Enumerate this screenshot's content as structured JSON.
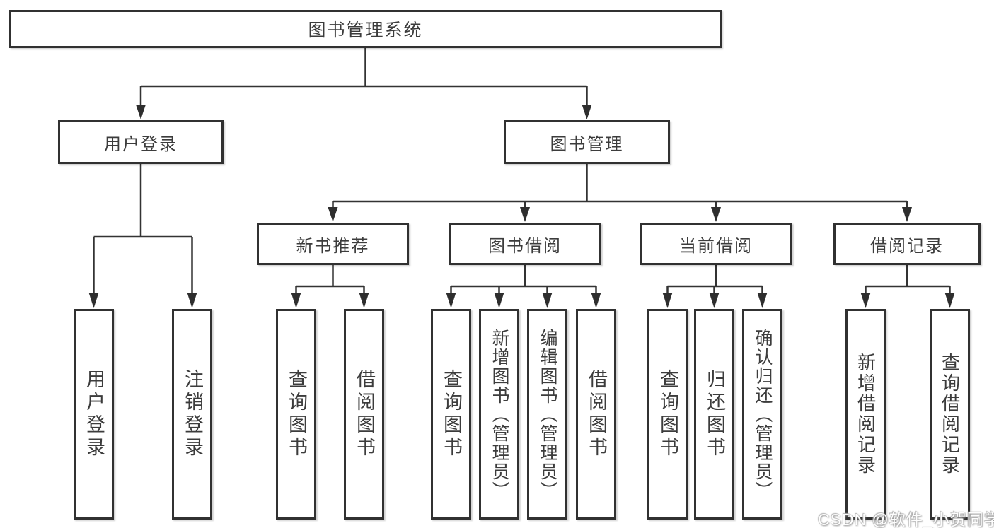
{
  "diagram": {
    "title": "图书管理系统",
    "branches": [
      {
        "label": "用户登录",
        "children": [
          {
            "label": "用户登录"
          },
          {
            "label": "注销登录"
          }
        ]
      },
      {
        "label": "图书管理",
        "sections": [
          {
            "label": "新书推荐",
            "children": [
              {
                "label": "查询图书"
              },
              {
                "label": "借阅图书"
              }
            ]
          },
          {
            "label": "图书借阅",
            "children": [
              {
                "label": "查询图书"
              },
              {
                "label": "新增图书（管理员）"
              },
              {
                "label": "编辑图书（管理员）"
              },
              {
                "label": "借阅图书"
              }
            ]
          },
          {
            "label": "当前借阅",
            "children": [
              {
                "label": "查询图书"
              },
              {
                "label": "归还图书"
              },
              {
                "label": "确认归还（管理员）"
              }
            ]
          },
          {
            "label": "借阅记录",
            "children": [
              {
                "label": "新增借阅记录"
              },
              {
                "label": "查询借阅记录"
              }
            ]
          }
        ]
      }
    ]
  },
  "watermark": {
    "text": "CSDN @软件_小贺同学"
  },
  "colors": {
    "line": "#333333",
    "arrow": "#2e2e2e",
    "box_border": "#313131",
    "text": "#3c3c3c",
    "background": "#ffffff",
    "watermark_fill": "#fdfdfd",
    "watermark_outline": "#8a8a8a"
  }
}
